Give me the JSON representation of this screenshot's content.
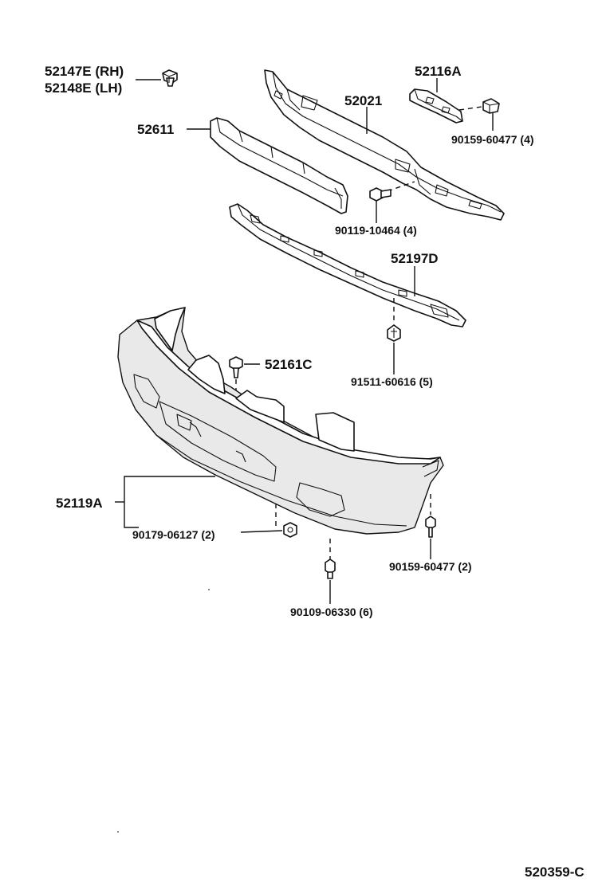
{
  "diagram": {
    "labels": {
      "clip_rh": "52147E (RH)",
      "clip_lh": "52148E (LH)",
      "reinforcement": "52021",
      "bracket": "52116A",
      "bolt_bracket": "90159-60477 (4)",
      "absorber": "52611",
      "bolt_reinforcement": "90119-10464 (4)",
      "retainer": "52197D",
      "rivet": "91511-60616 (5)",
      "clip_cover": "52161C",
      "bumper_cover": "52119A",
      "nut": "90179-06127 (2)",
      "bolt_side": "90159-60477 (2)",
      "bolt_bottom": "90109-06330 (6)",
      "figure_id": "520359-C"
    }
  }
}
